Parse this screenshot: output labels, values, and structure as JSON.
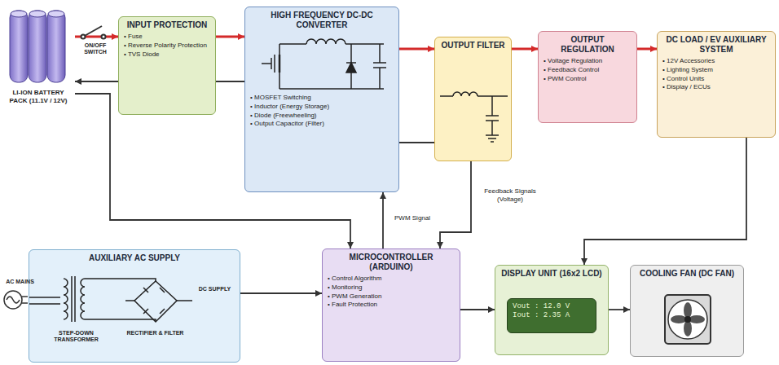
{
  "diagram": {
    "nodes": [
      {
        "text": [
          "LI-ION BATTERY PACK (11.1V / 12V)"
        ]
      },
      {
        "text": [
          "INPUT PROTECTION",
          "• Fuse",
          "• Reverse Polarity Protection",
          "• TVS Diode"
        ]
      },
      {
        "text": [
          "HIGH FREQUENCY DC-DC CONVERTER",
          "• MOSFET Switching",
          "• Inductor (Energy Storage)",
          "• Diode (Freewheeling)",
          "• Output Capacitor (Filter)"
        ]
      },
      {
        "text": [
          "OUTPUT FILTER"
        ]
      },
      {
        "text": [
          "OUTPUT REGULATION",
          "• Voltage Regulation",
          "• Feedback Control",
          "• PWM Control"
        ]
      },
      {
        "text": [
          "DC LOAD / EV AUXILIARY SYSTEM",
          "• 12V Accessories",
          "• Lighting System",
          "• Control Units",
          "• Display / ECUs"
        ]
      },
      {
        "text": [
          "AUXILIARY AC SUPPLY"
        ]
      },
      {
        "text": [
          "MICROCONTROLLER (ARDUINO)",
          "• Control Algorithm",
          "• Monitoring",
          "• PWM Generation",
          "• Fault Protection"
        ]
      },
      {
        "text": [
          "DISPLAY UNIT (16x2 LCD)"
        ]
      },
      {
        "text": [
          "Vout : 12.0 V",
          "Iout : 2.35 A"
        ],
        "in": 8
      },
      {
        "text": [
          "COOLING FAN (DC FAN)"
        ]
      }
    ],
    "edges": [
      {
        "from": 0,
        "to": 1,
        "arrow": "to"
      },
      {
        "from": 1,
        "to": 0,
        "arrow": "to"
      },
      {
        "from": 1,
        "to": 2,
        "arrow": "to"
      },
      {
        "from": 2,
        "to": 1,
        "arrow": "none"
      },
      {
        "from": 2,
        "to": 3,
        "arrow": "to"
      },
      {
        "from": 3,
        "to": 2,
        "arrow": "none"
      },
      {
        "from": 3,
        "to": 4,
        "arrow": "to"
      },
      {
        "from": 4,
        "to": 5,
        "arrow": "to"
      },
      {
        "from": 0,
        "to": 7,
        "arrow": "to"
      },
      {
        "from": 7,
        "to": 2,
        "label": "PWM Signal",
        "arrow": "to"
      },
      {
        "from": 3,
        "to": 7,
        "label": "Feedback Signals (Voltage)",
        "arrow": "to"
      },
      {
        "from": 5,
        "to": 8,
        "arrow": "to"
      },
      {
        "from": 6,
        "to": 7,
        "arrow": "to"
      },
      {
        "from": 7,
        "to": 8,
        "arrow": "to"
      },
      {
        "from": 8,
        "to": 10,
        "arrow": "to"
      }
    ],
    "labels": [
      "ON/OFF SWITCH",
      "AC MAINS",
      "STEP-DOWN TRANSFORMER",
      "RECTIFIER & FILTER",
      "DC SUPPLY"
    ]
  }
}
